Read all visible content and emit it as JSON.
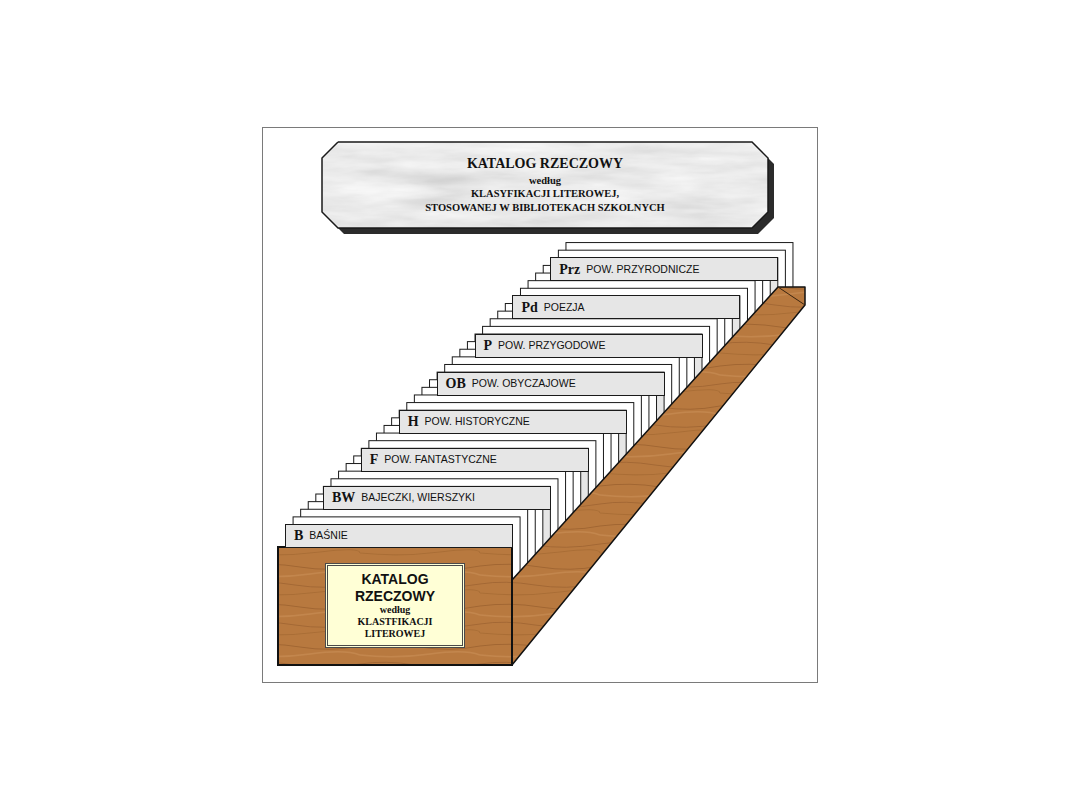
{
  "diagram": {
    "nodes": [
      {
        "text": [
          "KATALOG RZECZOWY",
          "według",
          "KLASYFIKACJI LITEROWEJ,",
          "STOSOWANEJ W BIBLIOTEKACH SZKOLNYCH"
        ]
      },
      {
        "text": [
          "Prz",
          "POW. PRZYRODNICZE"
        ]
      },
      {
        "text": [
          "Pd",
          "POEZJA"
        ]
      },
      {
        "text": [
          "P",
          "POW. PRZYGODOWE"
        ]
      },
      {
        "text": [
          "OB",
          "POW. OBYCZAJOWE"
        ]
      },
      {
        "text": [
          "H",
          "POW. HISTORYCZNE"
        ]
      },
      {
        "text": [
          "F",
          "POW. FANTASTYCZNE"
        ]
      },
      {
        "text": [
          "BW",
          "BAJECZKI, WIERSZYKI"
        ]
      },
      {
        "text": [
          "B",
          "BAŚNIE"
        ]
      },
      {
        "text": [
          "KATALOG RZECZOWY",
          "według",
          "KLASTFIKACJI LITEROWEJ"
        ]
      }
    ]
  }
}
